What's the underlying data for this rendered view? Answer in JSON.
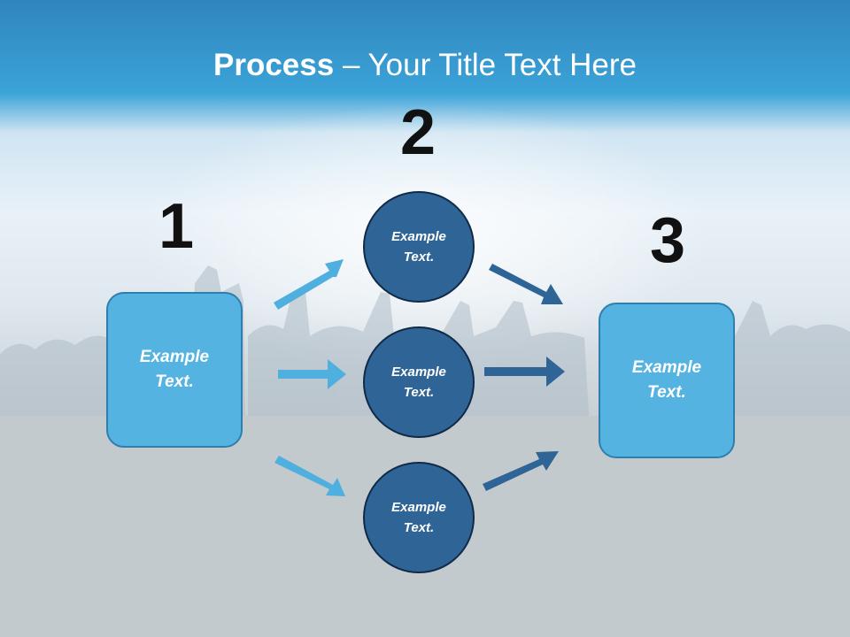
{
  "title": {
    "bold": "Process",
    "rest": " – Your Title Text Here"
  },
  "steps": [
    {
      "number": "1",
      "text": "Example Text."
    },
    {
      "number": "2",
      "circles": [
        "Example Text.",
        "Example Text.",
        "Example Text."
      ]
    },
    {
      "number": "3",
      "text": "Example Text."
    }
  ],
  "colors": {
    "header": "#3ba3d8",
    "box_fill": "#55b3e2",
    "circle_fill": "#2f6497",
    "arrow_light": "#4fb0e0",
    "arrow_dark": "#2f6497"
  }
}
